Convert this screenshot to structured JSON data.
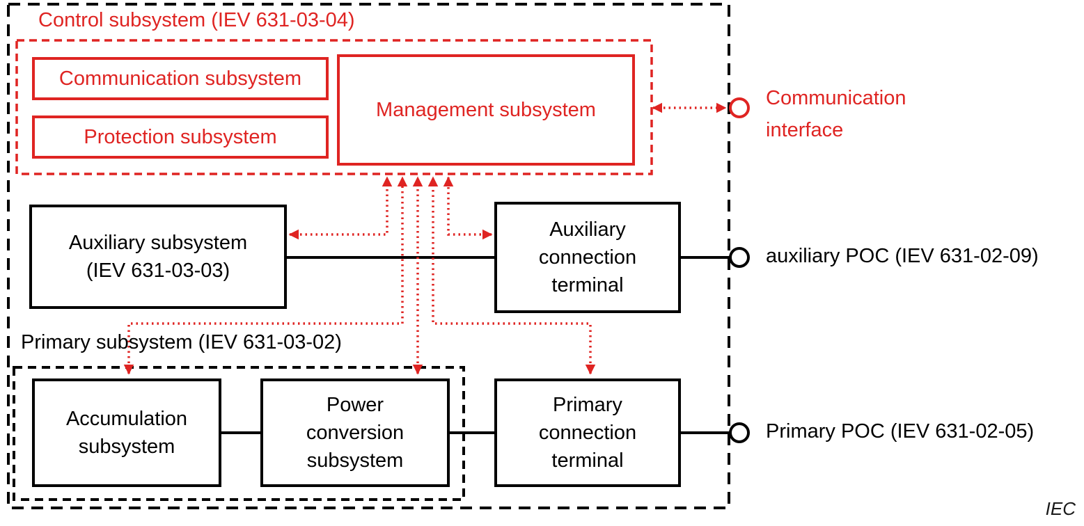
{
  "colors": {
    "red": "#df2422",
    "black": "#000000",
    "background": "#ffffff"
  },
  "titles": {
    "control_subsystem": "Control subsystem (IEV 631-03-04)",
    "primary_subsystem": "Primary subsystem (IEV 631-03-02)"
  },
  "boxes": {
    "communication_subsystem": {
      "label": "Communication subsystem"
    },
    "protection_subsystem": {
      "label": "Protection subsystem"
    },
    "management_subsystem": {
      "label": "Management subsystem"
    },
    "auxiliary_subsystem": {
      "line1": "Auxiliary subsystem",
      "line2": "(IEV 631-03-03)"
    },
    "auxiliary_connection_terminal": {
      "line1": "Auxiliary",
      "line2": "connection",
      "line3": "terminal"
    },
    "accumulation_subsystem": {
      "line1": "Accumulation",
      "line2": "subsystem"
    },
    "power_conversion_subsystem": {
      "line1": "Power",
      "line2": "conversion",
      "line3": "subsystem"
    },
    "primary_connection_terminal": {
      "line1": "Primary",
      "line2": "connection",
      "line3": "terminal"
    }
  },
  "interfaces": {
    "communication_interface": {
      "line1": "Communication",
      "line2": "interface"
    },
    "auxiliary_poc": "auxiliary POC (IEV 631-02-09)",
    "primary_poc": "Primary POC (IEV 631-02-05)"
  },
  "credit": "IEC"
}
